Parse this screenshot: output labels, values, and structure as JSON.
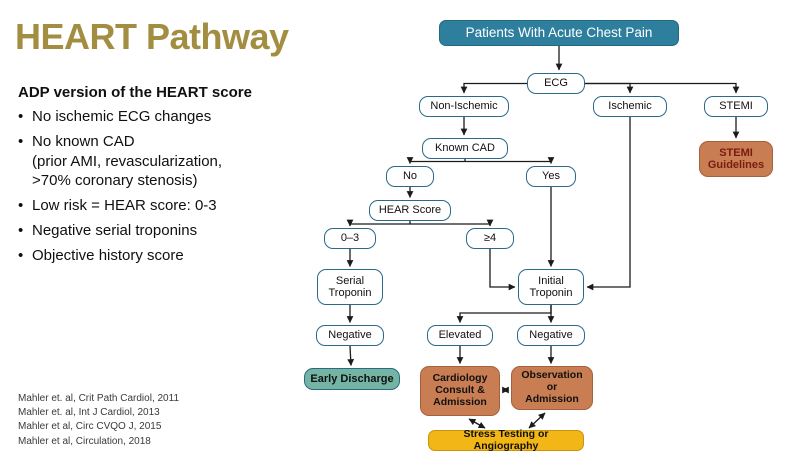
{
  "title": "HEART Pathway",
  "subtitle": "ADP version of the HEART score",
  "bullets": [
    {
      "text": "No ischemic ECG changes"
    },
    {
      "text": "No known CAD",
      "sub": "(prior AMI, revascularization,\n>70% coronary stenosis)"
    },
    {
      "text": "Low risk = HEAR score: 0-3"
    },
    {
      "text": "Negative serial troponins"
    },
    {
      "text": "Objective history score"
    }
  ],
  "citations": [
    "Mahler et. al, Crit Path Cardiol, 2011",
    "Mahler et. al, Int J Cardiol, 2013",
    "Mahler et al, Circ CVQO J, 2015",
    "Mahler et al, Circulation, 2018"
  ],
  "nodes": {
    "patients": {
      "label": "Patients With Acute Chest Pain"
    },
    "ecg": {
      "label": "ECG"
    },
    "non_ischemic": {
      "label": "Non-Ischemic"
    },
    "ischemic": {
      "label": "Ischemic"
    },
    "stemi": {
      "label": "STEMI"
    },
    "stemi_guidelines": {
      "label": "STEMI\nGuidelines"
    },
    "known_cad": {
      "label": "Known CAD"
    },
    "no": {
      "label": "No"
    },
    "yes": {
      "label": "Yes"
    },
    "hear_score": {
      "label": "HEAR Score"
    },
    "score_0_3": {
      "label": "0–3"
    },
    "score_ge4": {
      "label": "≥4"
    },
    "serial_troponin": {
      "label": "Serial\nTroponin"
    },
    "initial_troponin": {
      "label": "Initial\nTroponin"
    },
    "negative_serial": {
      "label": "Negative"
    },
    "elevated": {
      "label": "Elevated"
    },
    "negative_initial": {
      "label": "Negative"
    },
    "early_discharge": {
      "label": "Early Discharge"
    },
    "cardiology": {
      "label": "Cardiology\nConsult &\nAdmission"
    },
    "observation": {
      "label": "Observation\nor\nAdmission"
    },
    "stress": {
      "label": "Stress Testing or Angiography"
    }
  },
  "colors": {
    "title_gold": "#a38d41",
    "header_teal": "#2e7f9d",
    "node_border": "#2a6a88",
    "orange": "#c97d52",
    "green": "#74b4a2",
    "yellow": "#f2b616",
    "stemi_text": "#7a1a12",
    "arrow": "#1b1b1b"
  }
}
